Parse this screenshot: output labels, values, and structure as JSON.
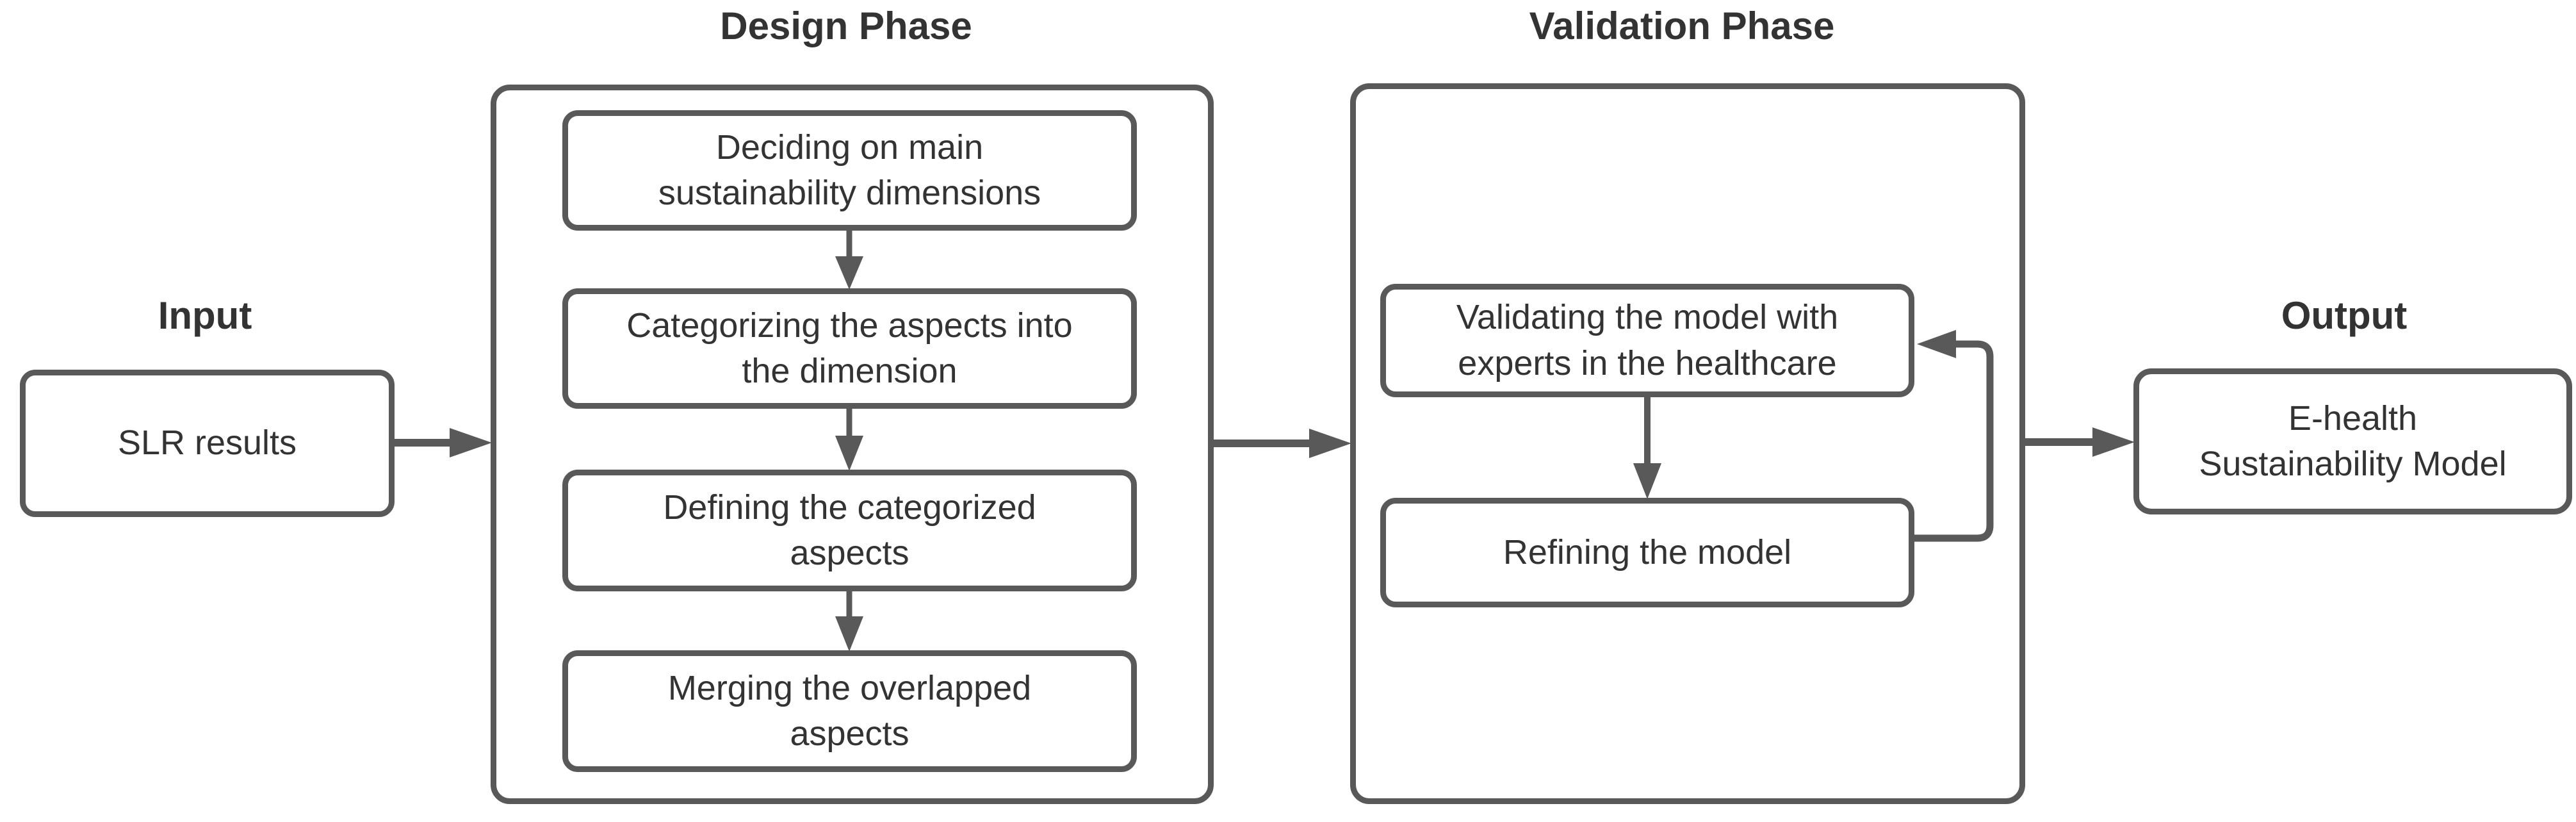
{
  "colors": {
    "stroke": "#595959",
    "text": "#333333",
    "background": "#ffffff"
  },
  "labels": {
    "input": "Input",
    "design_phase": "Design Phase",
    "validation_phase": "Validation Phase",
    "output": "Output"
  },
  "nodes": {
    "slr_results": "SLR results",
    "deciding": [
      "Deciding on main",
      "sustainability dimensions"
    ],
    "categorizing": [
      "Categorizing the aspects into",
      "the dimension"
    ],
    "defining": [
      "Defining the categorized",
      "aspects"
    ],
    "merging": [
      "Merging the overlapped",
      "aspects"
    ],
    "validating": [
      "Validating the model with",
      "experts in the healthcare"
    ],
    "refining": "Refining the model",
    "ehealth_model": [
      "E-health",
      "Sustainability Model"
    ]
  }
}
